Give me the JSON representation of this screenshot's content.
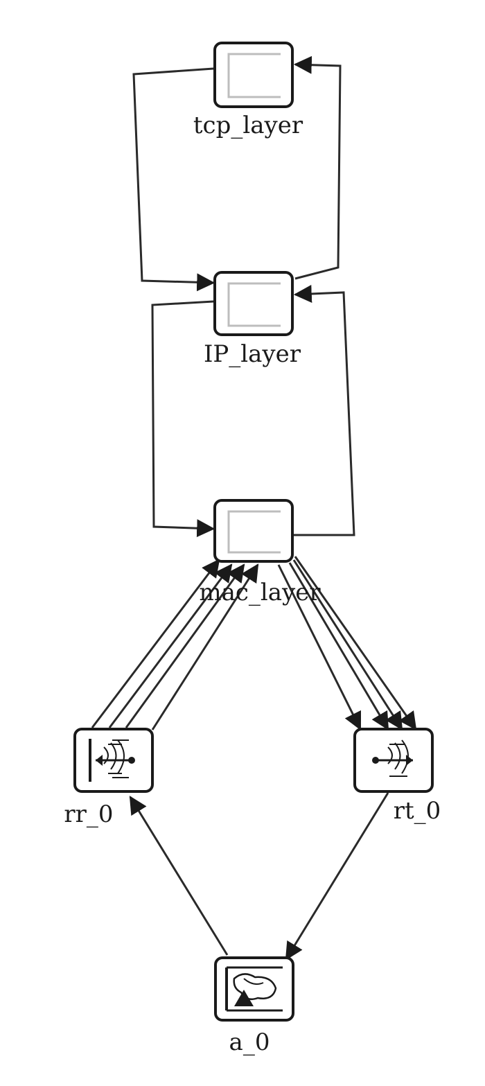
{
  "diagram": {
    "nodes": [
      {
        "id": "tcp_layer",
        "label": "tcp_layer",
        "type": "processor"
      },
      {
        "id": "IP_layer",
        "label": "IP_layer",
        "type": "processor"
      },
      {
        "id": "mac_layer",
        "label": "mac_layer",
        "type": "processor"
      },
      {
        "id": "rr_0",
        "label": "rr_0",
        "type": "radio-receiver"
      },
      {
        "id": "rt_0",
        "label": "rt_0",
        "type": "radio-transmitter"
      },
      {
        "id": "a_0",
        "label": "a_0",
        "type": "antenna"
      }
    ],
    "links": [
      {
        "from": "tcp_layer",
        "to": "IP_layer"
      },
      {
        "from": "IP_layer",
        "to": "tcp_layer"
      },
      {
        "from": "IP_layer",
        "to": "mac_layer"
      },
      {
        "from": "mac_layer",
        "to": "IP_layer"
      },
      {
        "from": "rr_0",
        "to": "mac_layer",
        "count": 4
      },
      {
        "from": "mac_layer",
        "to": "rt_0",
        "count": 4
      },
      {
        "from": "a_0",
        "to": "rr_0"
      },
      {
        "from": "rt_0",
        "to": "a_0"
      }
    ]
  }
}
